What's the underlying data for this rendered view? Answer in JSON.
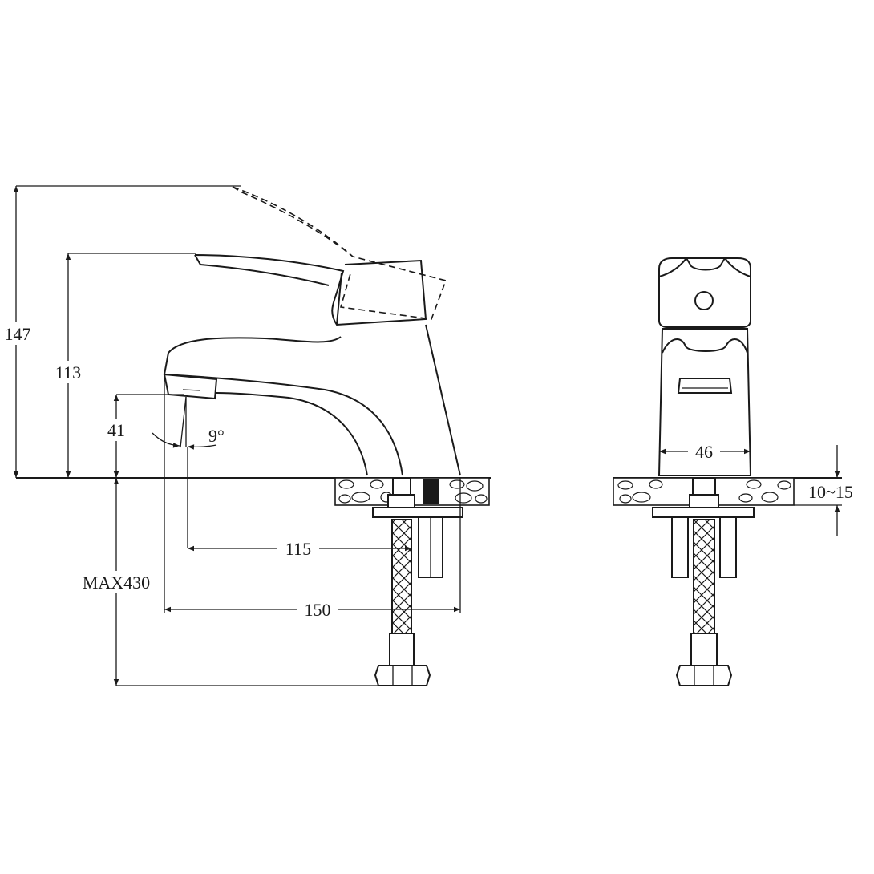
{
  "dimensions": {
    "total_height_raised": "147",
    "total_height": "113",
    "spout_height": "41",
    "spout_angle": "9°",
    "spout_reach": "115",
    "total_length": "150",
    "hose_length": "MAX430",
    "body_width": "46",
    "deck_thickness": "10~15"
  }
}
